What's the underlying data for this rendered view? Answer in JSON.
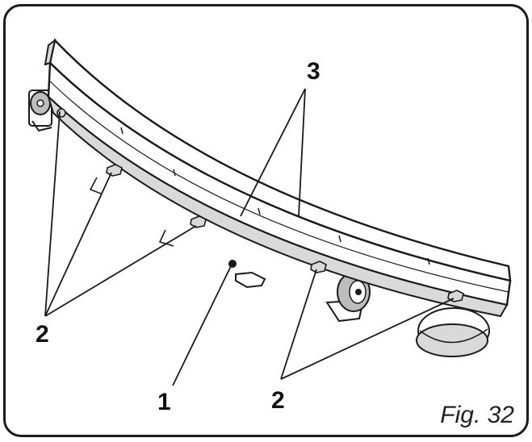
{
  "callouts": {
    "label_1": "1",
    "label_2_left": "2",
    "label_2_bottom": "2",
    "label_3": "3"
  },
  "figure_label": "Fig. 32",
  "parts": {
    "fasteners": "screw-icon",
    "wheels": "caster-wheel-icon",
    "bumper": "curved-bumper-strip"
  },
  "colors": {
    "line": "#1a1a1a",
    "fill": "#ffffff",
    "shade": "#d9d9d9",
    "wheel_fill": "#bdbdbd"
  }
}
